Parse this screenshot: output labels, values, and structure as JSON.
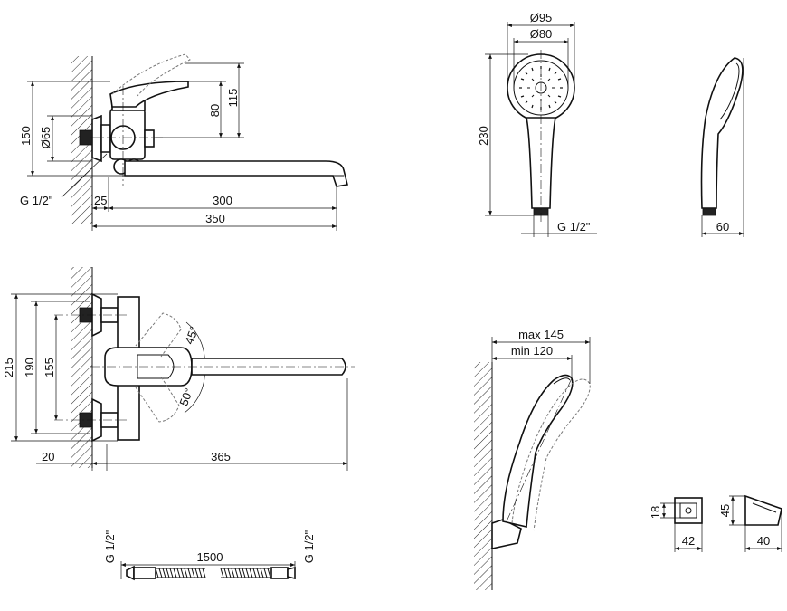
{
  "side_view": {
    "height_115": "115",
    "height_80": "80",
    "height_150": "150",
    "diam_65": "Ø65",
    "thread": "G 1/2\"",
    "wall_25": "25",
    "spout_300": "300",
    "total_350": "350"
  },
  "top_view": {
    "angle_45": "45°",
    "angle_50": "50°",
    "height_215": "215",
    "height_190": "190",
    "height_155": "155",
    "wall_20": "20",
    "spout_365": "365"
  },
  "shower_head": {
    "diam_95": "Ø95",
    "diam_80": "Ø80",
    "length_230": "230",
    "thread": "G 1/2\"",
    "depth_60": "60"
  },
  "hose": {
    "length_1500": "1500",
    "thread_left": "G 1/2\"",
    "thread_right": "G 1/2\""
  },
  "holder_install": {
    "max_145": "max 145",
    "min_120": "min 120"
  },
  "holder": {
    "height_18": "18",
    "width_42": "42",
    "height_45": "45",
    "depth_40": "40"
  }
}
